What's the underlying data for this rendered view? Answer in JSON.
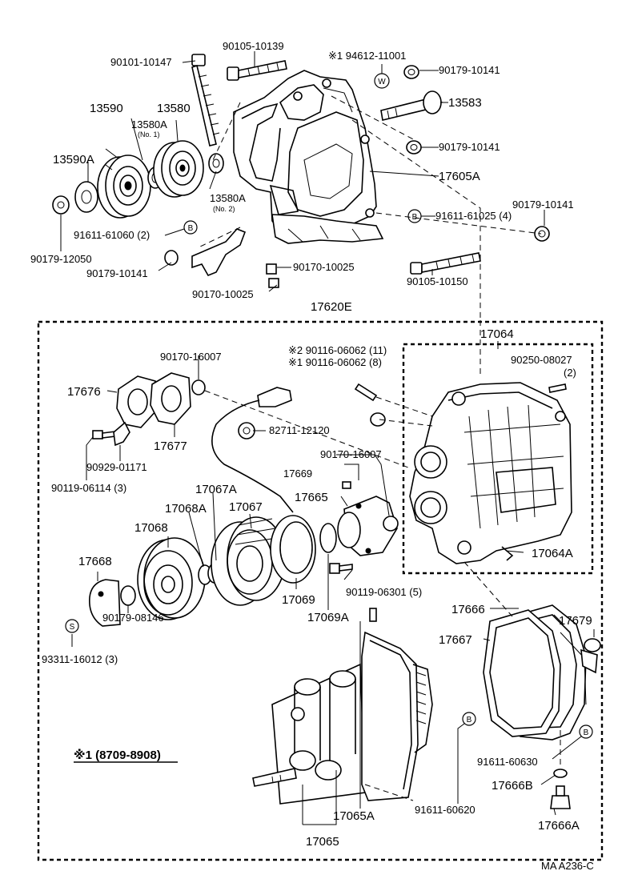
{
  "labels": {
    "p90105_10139": "90105-10139",
    "p94612_11001": "※1 94612-11001",
    "p90101_10147": "90101-10147",
    "p90179_10141_a": "90179-10141",
    "p13590": "13590",
    "p13580": "13580",
    "p13580A_no1": "13580A",
    "no1": "(No. 1)",
    "p13583": "13583",
    "p90179_10141_b": "90179-10141",
    "p13590A": "13590A",
    "p17605A": "17605A",
    "p13580A_no2": "13580A",
    "no2": "(No. 2)",
    "p91611_61025": "91611-61025 (4)",
    "p90179_10141_c": "90179-10141",
    "p91611_61060": "91611-61060 (2)",
    "p90179_12050": "90179-12050",
    "p90179_10141_d": "90179-10141",
    "p90170_10025_a": "90170-10025",
    "p90105_10150": "90105-10150",
    "p90170_10025_b": "90170-10025",
    "p17620E": "17620E",
    "p17064": "17064",
    "p90170_16007_a": "90170-16007",
    "p90116_06062_11": "※2 90116-06062 (11)",
    "p90116_06062_8": "※1 90116-06062 (8)",
    "p90250_08027": "90250-08027",
    "p90250_qty": "(2)",
    "p17676": "17676",
    "p82711_12120": "82711-12120",
    "p17677": "17677",
    "p90929_01171": "90929-01171",
    "p90170_16007_b": "90170-16007",
    "p90119_06114": "90119-06114 (3)",
    "p17669": "17669",
    "p17067A": "17067A",
    "p17665": "17665",
    "p17068A": "17068A",
    "p17067": "17067",
    "p17068": "17068",
    "p17064A": "17064A",
    "p17668": "17668",
    "p90119_06301": "90119-06301 (5)",
    "p17069": "17069",
    "p17069A": "17069A",
    "p17666": "17666",
    "p17679": "17679",
    "p90179_08146": "90179-08146",
    "p17667": "17667",
    "p93311_16012": "93311-16012 (3)",
    "p91611_60630": "91611-60630",
    "p17666B": "17666B",
    "p17065A": "17065A",
    "p91611_60620": "91611-60620",
    "p17666A": "17666A",
    "p17065": "17065",
    "note_range": "※1 (8709-8908)",
    "footer_code": "MA  A236-C"
  },
  "marks": {
    "w": "W",
    "b": "B",
    "s": "S"
  }
}
